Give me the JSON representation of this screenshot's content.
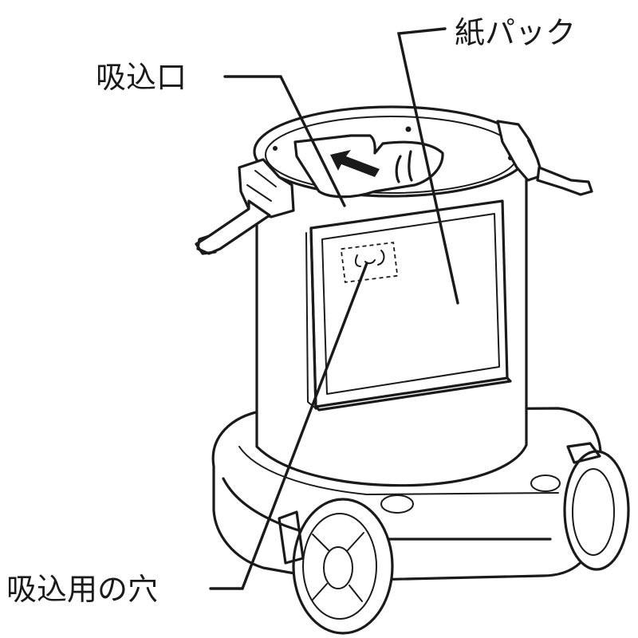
{
  "labels": {
    "suction_port": "吸込口",
    "paper_pack": "紙パック",
    "suction_hole": "吸込用の穴"
  },
  "icons": {
    "arrow": "insert-direction-arrow"
  }
}
